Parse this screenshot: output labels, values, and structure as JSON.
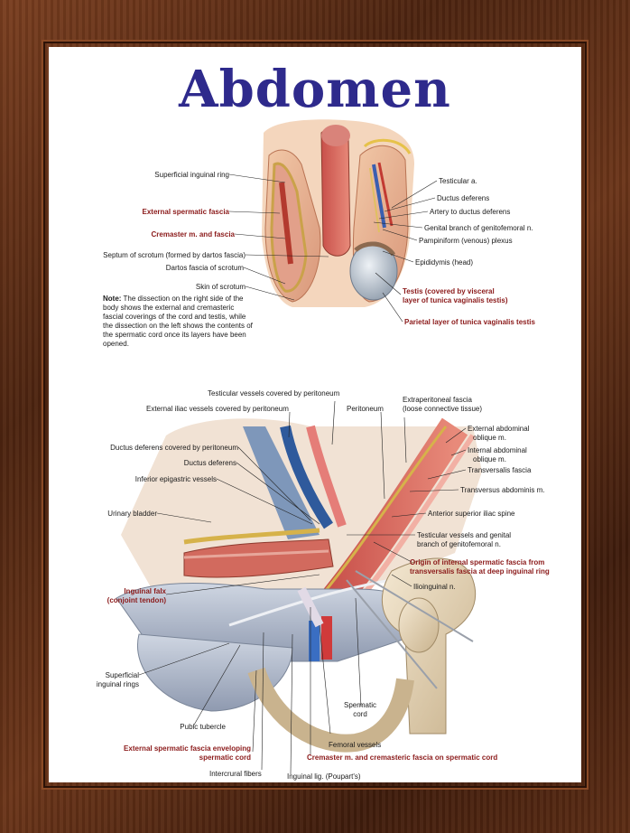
{
  "title": "Abdomen",
  "top_labels": {
    "superficial_inguinal_ring": "Superficial inguinal ring",
    "external_spermatic_fascia": "External spermatic fascia",
    "cremaster": "Cremaster m. and fascia",
    "septum": "Septum of scrotum (formed by dartos fascia)",
    "dartos": "Dartos fascia of scrotum",
    "skin": "Skin of scrotum",
    "testicular_a": "Testicular a.",
    "ductus_deferens": "Ductus deferens",
    "artery_ductus": "Artery to ductus deferens",
    "genital_branch": "Genital branch of genitofemoral n.",
    "pampiniform": "Pampiniform (venous) plexus",
    "epididymis": "Epididymis (head)",
    "testis_1": "Testis (covered by visceral",
    "testis_2": "layer of tunica vaginalis testis)",
    "parietal": "Parietal layer of tunica vaginalis testis"
  },
  "note": {
    "heading": "Note:",
    "text": "The dissection on the right side of the body shows the external and cremasteric fascial coverings of the cord and testis, while the dissection on the left shows the contents of the spermatic cord once its layers have been opened."
  },
  "bottom_labels": {
    "testicular_vessels_peritoneum": "Testicular vessels covered by peritoneum",
    "external_iliac": "External iliac vessels covered by peritoneum",
    "peritoneum": "Peritoneum",
    "extraperitoneal_1": "Extraperitoneal fascia",
    "extraperitoneal_2": "(loose connective tissue)",
    "ext_oblique_1": "External abdominal",
    "ext_oblique_2": "oblique m.",
    "int_oblique_1": "Internal abdominal",
    "int_oblique_2": "oblique m.",
    "transversalis": "Transversalis fascia",
    "transversus": "Transversus abdominis m.",
    "asis": "Anterior superior iliac spine",
    "ductus_peritoneum": "Ductus deferens covered by peritoneum",
    "ductus": "Ductus deferens",
    "inf_epigastric": "Inferior epigastric vessels",
    "bladder": "Urinary bladder",
    "testicular_genital_1": "Testicular vessels and genital",
    "testicular_genital_2": "branch of genitofemoral n.",
    "origin_internal_1": "Origin of internal spermatic fascia from",
    "origin_internal_2": "transversalis fascia at deep inguinal ring",
    "ilioinguinal": "Ilioinguinal n.",
    "falx_1": "Inguinal falx",
    "falx_2": "(conjoint tendon)",
    "sup_rings_1": "Superficial",
    "sup_rings_2": "inguinal rings",
    "pubic_tubercle": "Pubic tubercle",
    "spermatic_cord_1": "Spermatic",
    "spermatic_cord_2": "cord",
    "femoral": "Femoral vessels",
    "ext_enveloping_1": "External spermatic fascia enveloping",
    "ext_enveloping_2": "spermatic cord",
    "cremaster_cord": "Cremaster m. and cremasteric fascia on spermatic cord",
    "intercrural": "Intercrural fibers",
    "inguinal_lig": "Inguinal lig. (Poupart's)"
  },
  "colors": {
    "title": "#2e2a8c",
    "label_red": "#8b1a1a",
    "frame": "#5a2c16"
  }
}
